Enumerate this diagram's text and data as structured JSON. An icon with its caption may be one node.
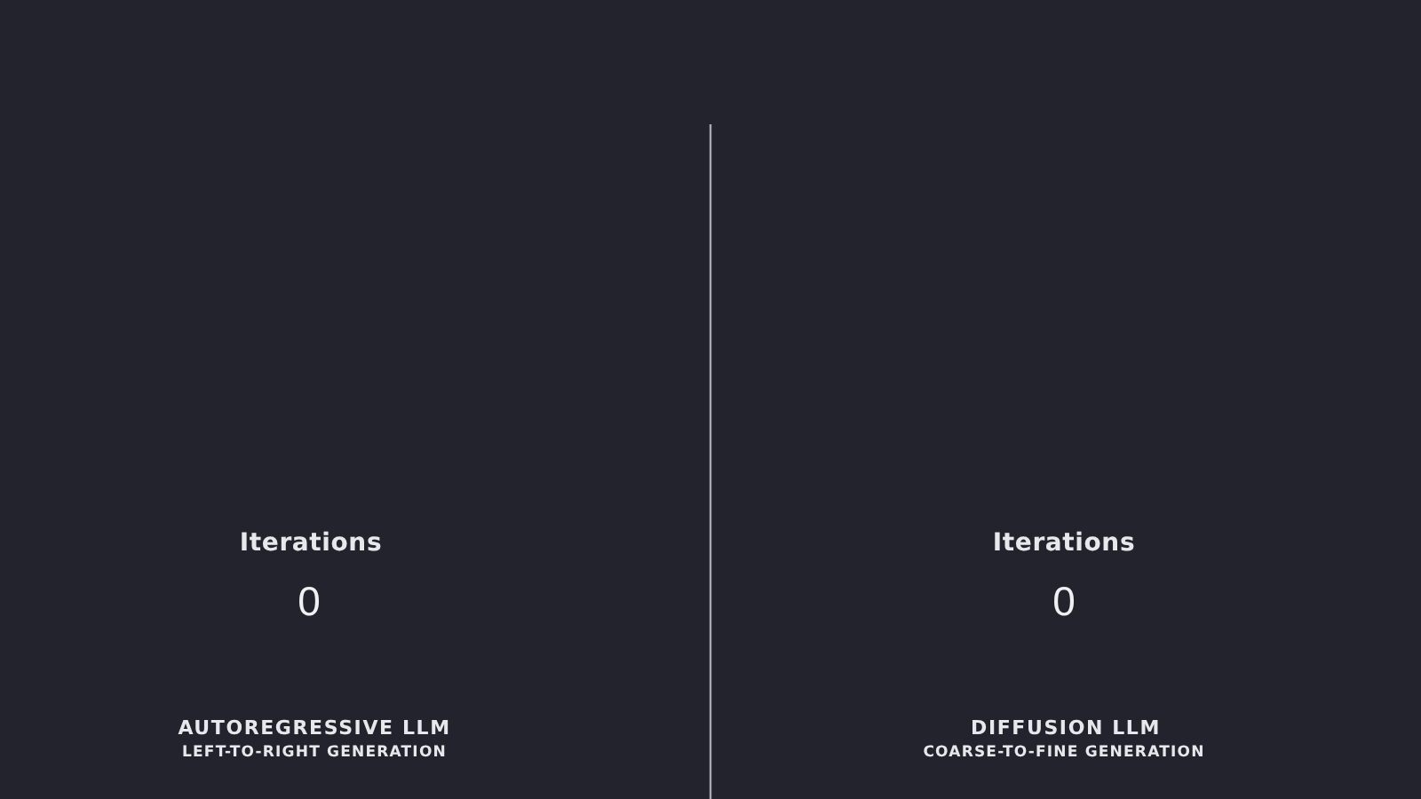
{
  "diagram": {
    "labels": [
      "Iterations",
      "0",
      "AUTOREGRESSIVE LLM",
      "LEFT-TO-RIGHT GENERATION",
      "Iterations",
      "0",
      "DIFFUSION LLM",
      "COARSE-TO-FINE GENERATION"
    ]
  }
}
